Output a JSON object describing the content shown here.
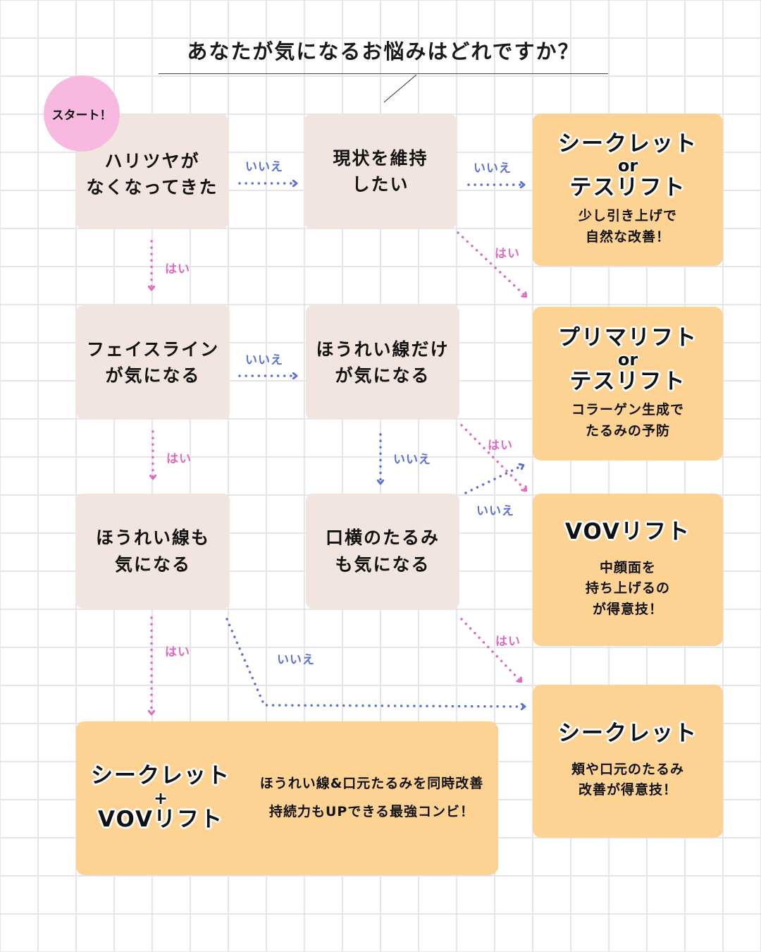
{
  "title": "あなたが気になるお悩みはどれですか？",
  "start_label": "スタート！",
  "labels": {
    "yes": "はい",
    "no": "いいえ"
  },
  "colors": {
    "question_box": "#f2e5e0",
    "result_box": "#fdd394",
    "yes_arrow": "#e06ac0",
    "no_arrow": "#5b72d4",
    "start_circle": "#f7b9df",
    "grid": "#e6e6ea"
  },
  "questions": [
    {
      "id": "q1",
      "lines": [
        "ハリツヤが",
        "なくなってきた"
      ]
    },
    {
      "id": "q2",
      "lines": [
        "現状を維持",
        "したい"
      ]
    },
    {
      "id": "q3",
      "lines": [
        "フェイスライン",
        "が気になる"
      ]
    },
    {
      "id": "q4",
      "lines": [
        "ほうれい線だけ",
        "が気になる"
      ]
    },
    {
      "id": "q5",
      "lines": [
        "ほうれい線も",
        "気になる"
      ]
    },
    {
      "id": "q6",
      "lines": [
        "口横のたるみ",
        "も気になる"
      ]
    }
  ],
  "results": [
    {
      "id": "r1",
      "name_top": "シークレット",
      "or": "or",
      "name_bottom": "テスリフト",
      "desc": [
        "少し引き上げで",
        "自然な改善！"
      ]
    },
    {
      "id": "r2",
      "name_top": "プリマリフト",
      "or": "or",
      "name_bottom": "テスリフト",
      "desc": [
        "コラーゲン生成で",
        "たるみの予防"
      ]
    },
    {
      "id": "r3",
      "name_top": "VOVリフト",
      "desc": [
        "中顔面を",
        "持ち上げるの",
        "が得意技！"
      ]
    },
    {
      "id": "r4",
      "name_top": "シークレット",
      "desc": [
        "頬や口元のたるみ",
        "改善が得意技！"
      ]
    },
    {
      "id": "r5",
      "name_top": "シークレット",
      "plus": "+",
      "name_bottom": "VOVリフト",
      "desc": [
        "ほうれい線&口元たるみを同時改善",
        "持続力もUPできる最強コンビ！"
      ]
    }
  ]
}
